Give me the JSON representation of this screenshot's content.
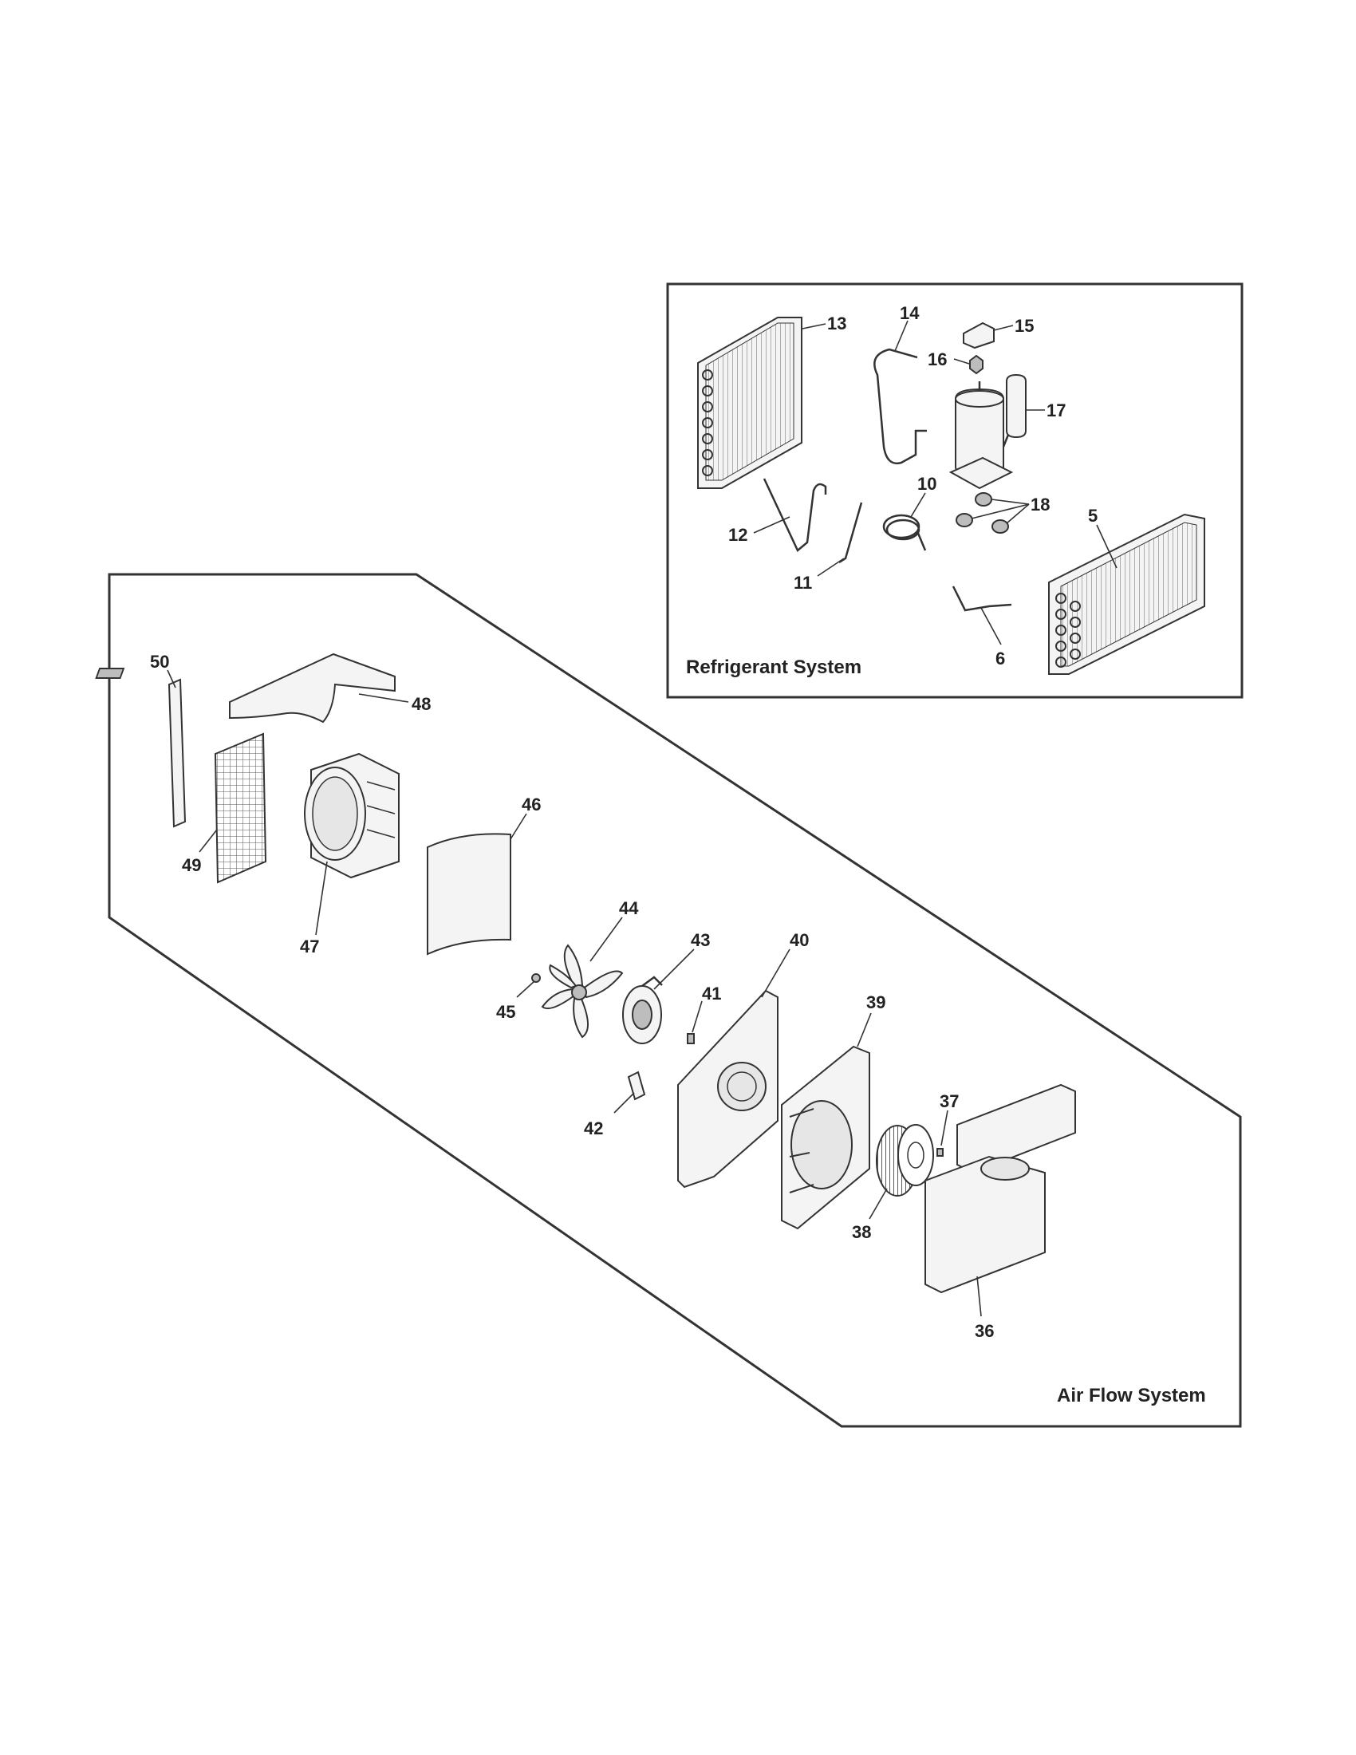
{
  "panels": {
    "refrigerant": {
      "title": "Refrigerant System"
    },
    "airflow": {
      "title": "Air Flow System"
    }
  },
  "labels": {
    "p5": "5",
    "p6": "6",
    "p10": "10",
    "p11": "11",
    "p12": "12",
    "p13": "13",
    "p14": "14",
    "p15": "15",
    "p16": "16",
    "p17": "17",
    "p18": "18",
    "p36": "36",
    "p37": "37",
    "p38": "38",
    "p39": "39",
    "p40": "40",
    "p41": "41",
    "p42": "42",
    "p43": "43",
    "p44": "44",
    "p45": "45",
    "p46": "46",
    "p47": "47",
    "p48": "48",
    "p49": "49",
    "p50": "50"
  }
}
